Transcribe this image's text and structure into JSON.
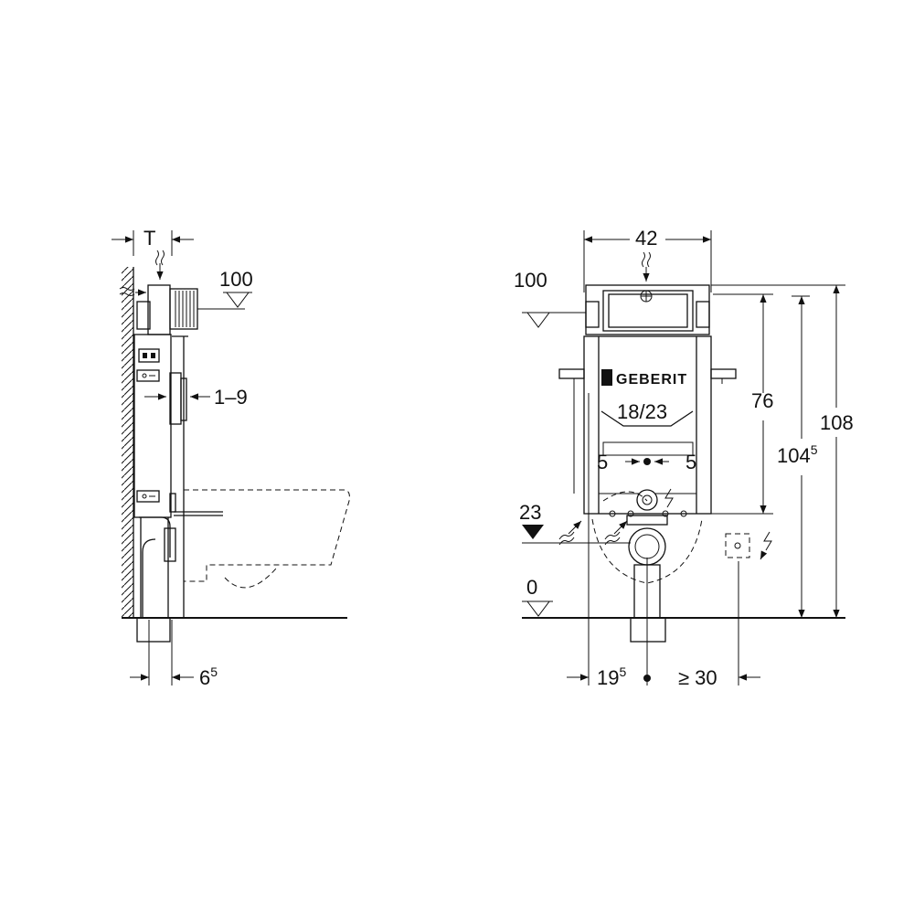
{
  "side_view": {
    "depth_label": "T",
    "level_label": "100",
    "adjust_label": "1–9",
    "bottom_base": "6",
    "bottom_sup": "5"
  },
  "front_view": {
    "width_label": "42",
    "level_top_label": "100",
    "brand_label": "GEBERIT",
    "flush_label": "18/23",
    "left_offset_label": "5",
    "right_offset_label": "5",
    "height_76_label": "76",
    "height_104_base": "104",
    "height_104_sup": "5",
    "height_108_label": "108",
    "level_23_label": "23",
    "level_0_label": "0",
    "bottom_left_base": "19",
    "bottom_left_sup": "5",
    "bottom_right_label": "≥ 30"
  }
}
